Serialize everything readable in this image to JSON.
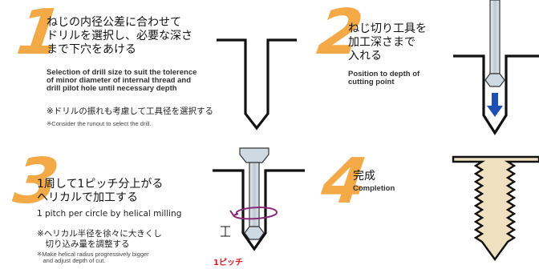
{
  "steps": [
    {
      "number": "1",
      "title_lines": [
        "ねじの内径公差に合わせて",
        "ドリルを選択し、必要な深さ",
        "まで下穴をあける"
      ],
      "desc_lines": [
        "Selection of drill size to suit the tolerence",
        "of minor diameter of internal thread and",
        "drill pilot hole until necessary depth"
      ],
      "note_jp": "※ドリルの振れも考慮して工具径を選択する",
      "note_en": "※Consider the runout to select the drill."
    },
    {
      "number": "2",
      "title_lines": [
        "ねじ切り工具を",
        "加工深さまで",
        "入れる"
      ],
      "desc_lines": [
        "Position to depth of",
        "cutting point"
      ]
    },
    {
      "number": "3",
      "title_lines": [
        "1周して1ピッチ分上がる",
        "ヘリカルで加工する"
      ],
      "desc_lines": [
        "1 pitch per circle by helical milling"
      ],
      "note_jp_lines": [
        "※ヘリカル半径を徐々に大きくし",
        "　切り込み量を調整する"
      ],
      "note_en_lines": [
        "※Make helical radius progressively bigger",
        "　and adjust depth of cut."
      ],
      "pitch_label": "1ピッチ"
    },
    {
      "number": "4",
      "title_lines": [
        "完成"
      ],
      "desc_lines": [
        "Completion"
      ]
    }
  ],
  "colors": {
    "step_number": "#f2a033",
    "arrow": "#1e4fb4",
    "helix": "#8a2a7a",
    "pitch": "#d91e2a",
    "tool": "#cfdce6"
  }
}
